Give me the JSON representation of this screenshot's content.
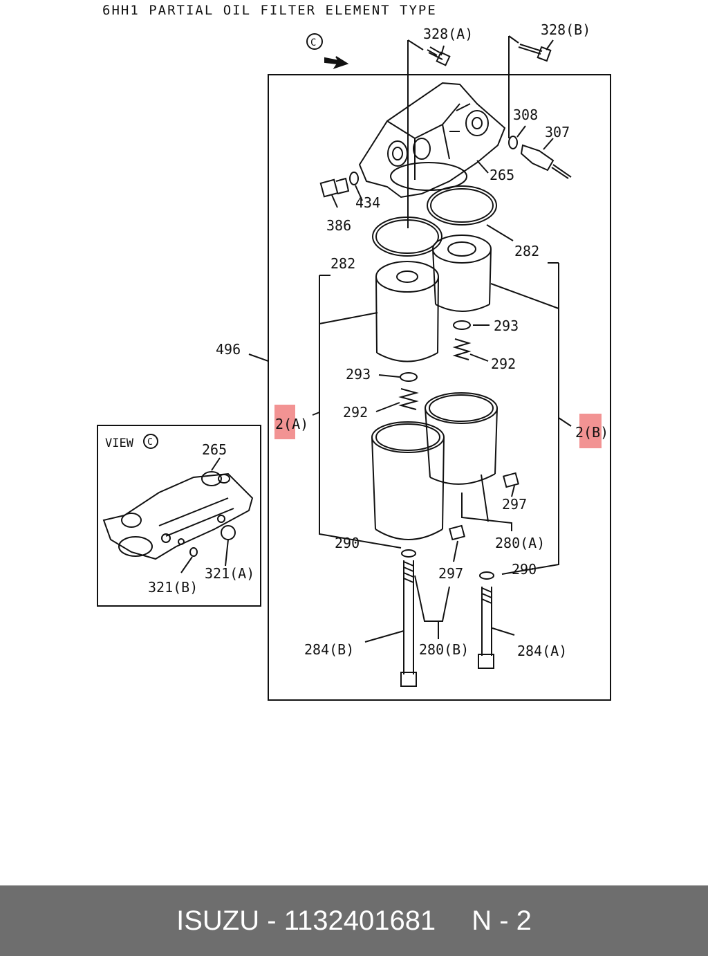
{
  "diagram": {
    "title": "6HH1 PARTIAL OIL FILTER ELEMENT TYPE",
    "view_marker": "C",
    "view_label": "VIEW",
    "parts": {
      "p328a": "328(A)",
      "p328b": "328(B)",
      "p308": "308",
      "p307": "307",
      "p265": "265",
      "p434": "434",
      "p386": "386",
      "p282_left": "282",
      "p282_right": "282",
      "p293_right": "293",
      "p292_right": "292",
      "p293_left": "293",
      "p292_left": "292",
      "p496": "496",
      "p2a": "2(A)",
      "p2b": "2(B)",
      "p297_right": "297",
      "p280a": "280(A)",
      "p290_left": "290",
      "p297_left": "297",
      "p290_right": "290",
      "p284b": "284(B)",
      "p280b": "280(B)",
      "p284a": "284(A)",
      "inset_265": "265",
      "p321a": "321(A)",
      "p321b": "321(B)"
    },
    "highlight_color": "#f08080"
  },
  "footer": {
    "brand": "ISUZU",
    "separator": "-",
    "part_number": "1132401681",
    "page_code": "N - 2",
    "background": "#6e6e6e"
  }
}
